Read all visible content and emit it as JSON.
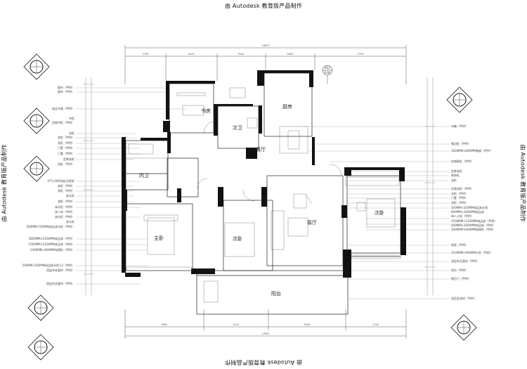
{
  "watermark": {
    "top": "由 Autodesk 教育版产品制作",
    "bottom": "由 Autodesk 教育版产品制作",
    "left": "由 Autodesk 教育版产品制作",
    "right": "由 Autodesk 教育版产品制作"
  },
  "rooms": {
    "study": "书房",
    "second_bath": "次卫",
    "kitchen": "厨房",
    "dining": "餐厅",
    "inner_bath": "内卫",
    "master_bedroom": "主卧",
    "second_bedroom_a": "次卧",
    "living": "客厅",
    "second_bedroom_b": "次卧",
    "balcony": "阳台"
  },
  "drawing_tag": {
    "top": "D13",
    "bottom": "E-04"
  },
  "dimensions": {
    "top_total": "14670",
    "top_segments": [
      "3745",
      "3520",
      "3020",
      "2800",
      "2745"
    ],
    "bottom_total": "13950",
    "bottom_segments": [
      "3645",
      "3215",
      "3440",
      "2745"
    ]
  },
  "left_notes": [
    "窗帘（甲供）",
    "窗帘（甲供）",
    "成品书桌（甲供）",
    "书柜",
    "定制书柜（甲供）",
    "衣柜",
    "衣柜（甲供）",
    "衣柜（甲供）",
    "门套（甲供）",
    "门套（甲供）",
    "定制衣柜",
    "浴缸（甲供）",
    "475×600浴缸浴室柜",
    "衣柜（甲供）",
    "衣柜（甲供）",
    "床头柜",
    "衣柜（甲供）",
    "床头柜（甲供）",
    "双人床（甲供）",
    "床头柜（甲供）",
    "床头柜",
    "500MM×500MM成品床头柜（甲供）",
    "1800MM×2100MM成品床（甲供）",
    "1500MM×2100MM成品床（甲供）",
    "1400MM×600MM电视柜（甲供）",
    "500MM×500MM成品床头柜×2（甲供）",
    "双层布艺窗帘（甲供）",
    "双层布艺窗帘（甲供）"
  ],
  "right_notes": [
    "冰箱（甲供）",
    "餐边柜（甲供）",
    "1000MM×800MM餐桌（甲供）",
    "定制鞋柜（甲供）",
    "定制衣柜",
    "装饰柜",
    "衣柜",
    "定制衣柜（甲供）",
    "衣柜（甲供）",
    "门套（甲供）",
    "衣柜（甲供）",
    "500MM×500MM成品床头柜",
    "600MM×2000MM成品床",
    "单人沙发（甲供）",
    "1500MM×2100MM成品床（甲供）",
    "600MM×2000MM成品床（甲供）",
    "1600MM×600MM电视柜（甲供）",
    "地毯（甲供）",
    "2100MM×900MM沙发（甲供）",
    "双层布艺窗帘（甲供）",
    "茶台（甲供）",
    "推拉门（甲供）",
    "成品洗衣机（甲供）"
  ]
}
